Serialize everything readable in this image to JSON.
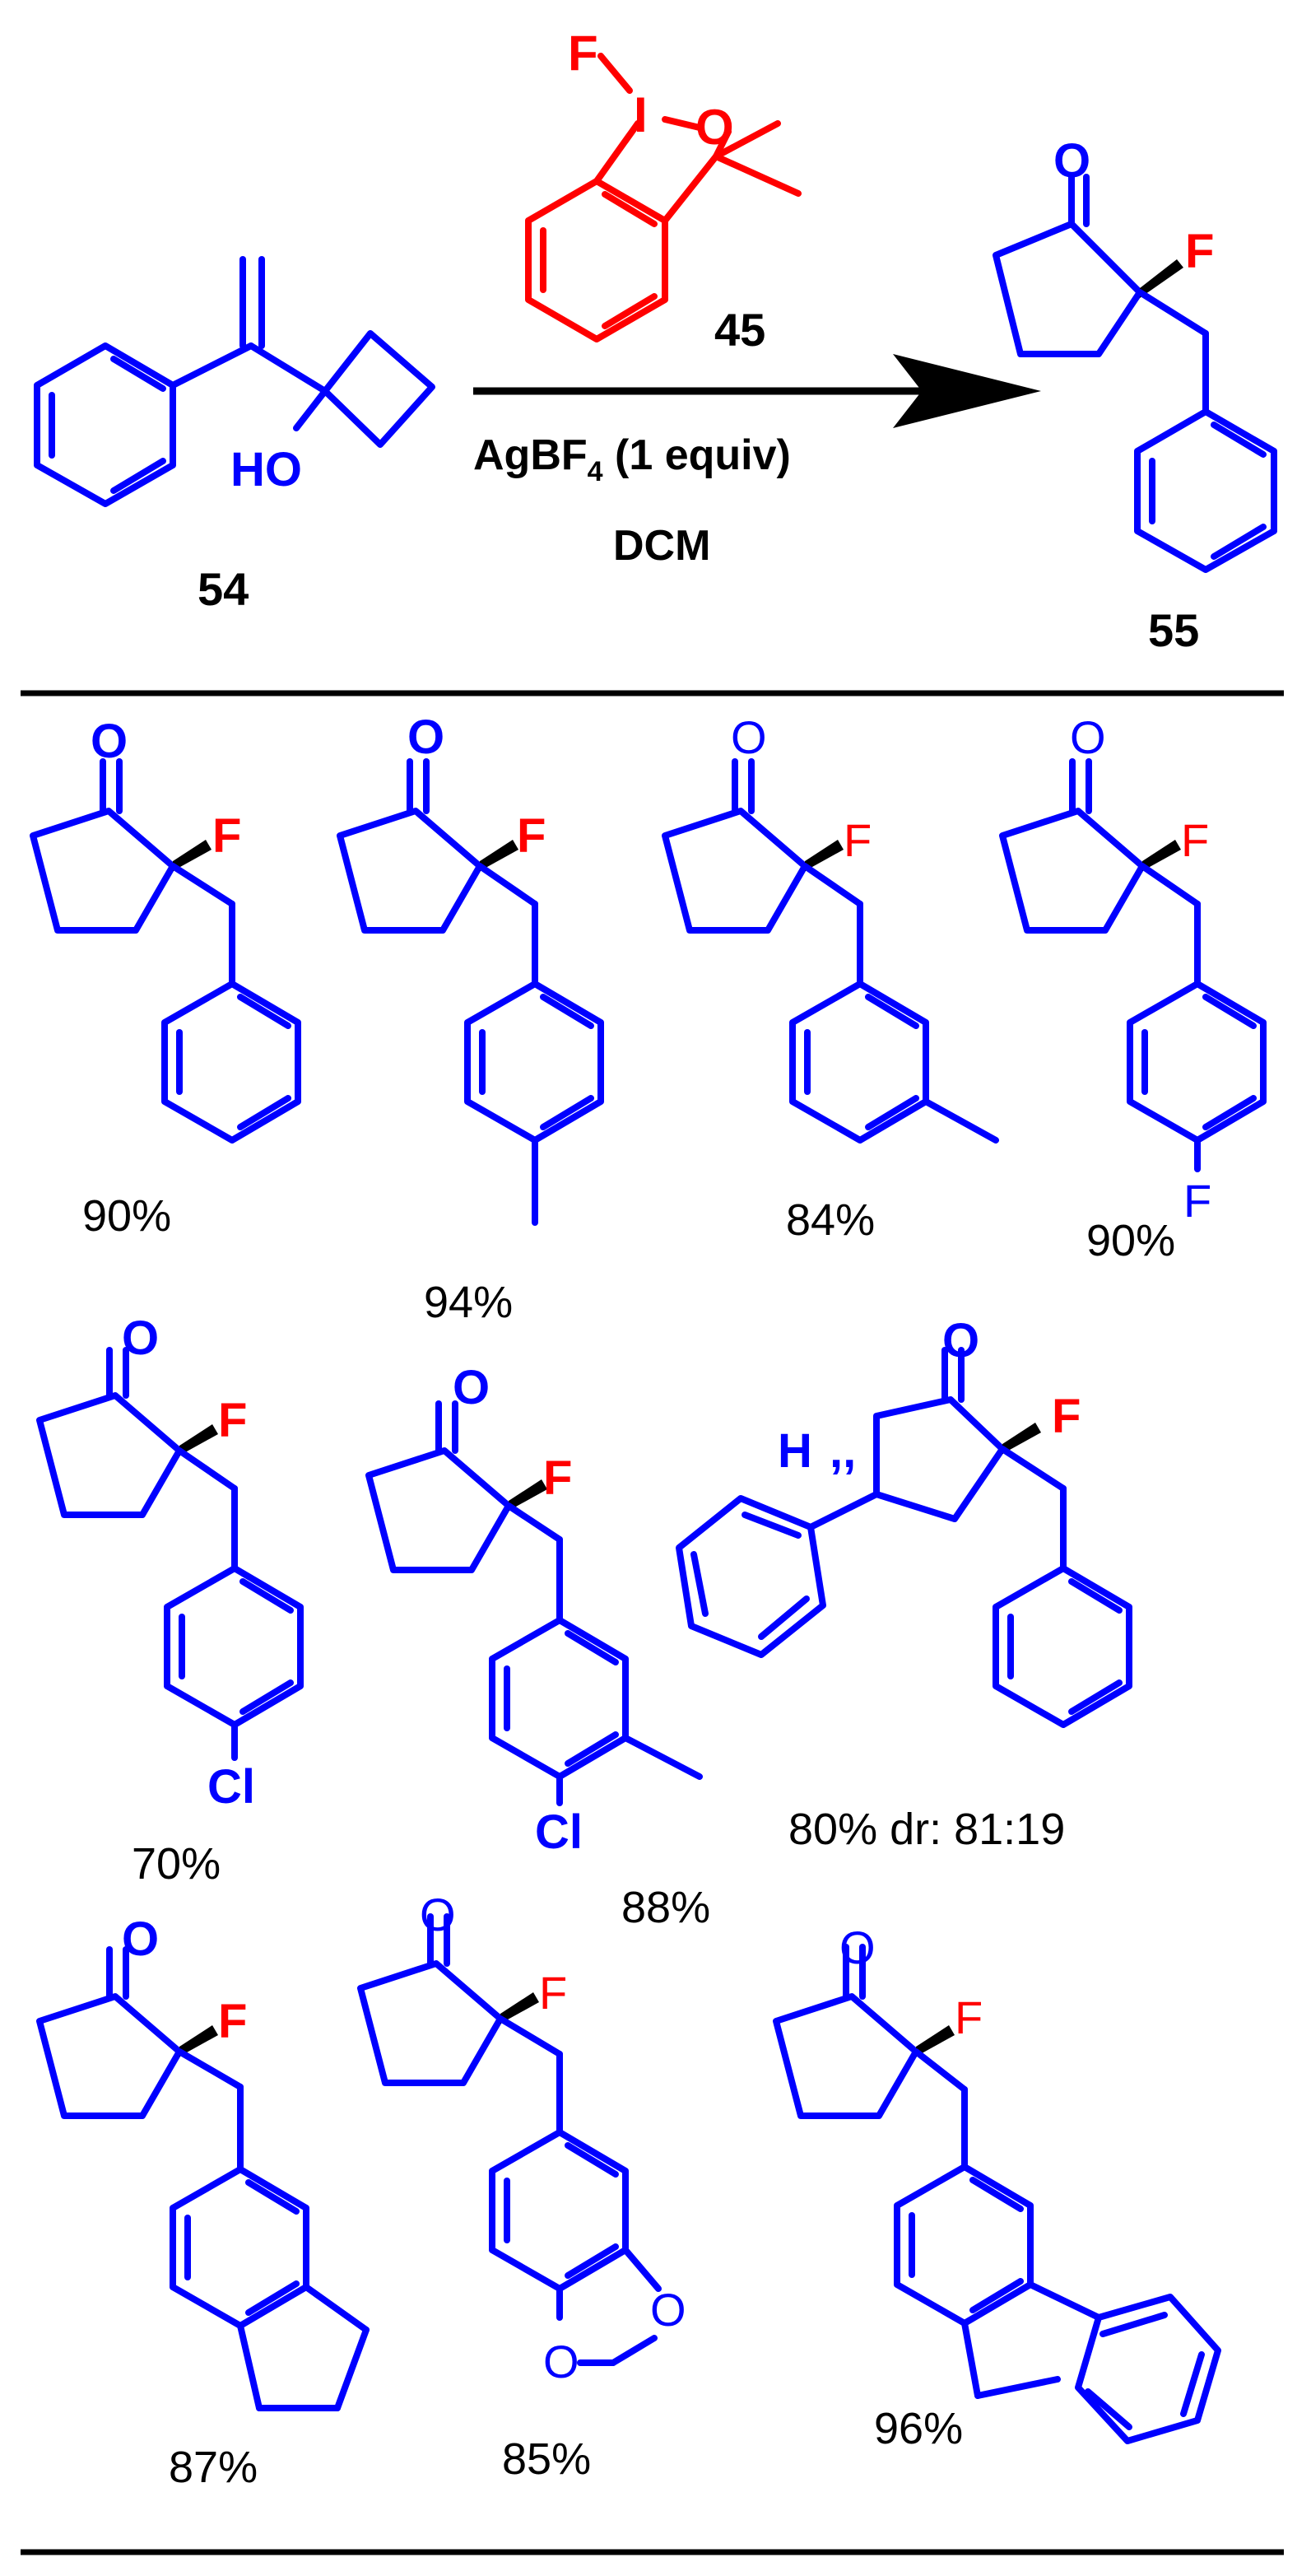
{
  "scheme": {
    "reagent_number": "45",
    "reagent_atoms": {
      "F": "F",
      "I": "I",
      "O": "O"
    },
    "substrate_number": "54",
    "substrate_hydroxyl": "HO",
    "product_number": "55",
    "conditions": {
      "line1_prefix": "AgBF",
      "line1_subscript": "4",
      "line1_suffix": " (1 equiv)",
      "line2": "DCM"
    }
  },
  "atoms": {
    "O": "O",
    "F": "F",
    "Cl": "Cl",
    "H": "H",
    "dashes": ",,"
  },
  "entries": [
    {
      "id": "benzyl",
      "yield": "90%"
    },
    {
      "id": "4-methylbenzyl",
      "yield": "94%"
    },
    {
      "id": "3-methylbenzyl",
      "yield": "84%"
    },
    {
      "id": "4-fluorobenzyl",
      "yield": "90%"
    },
    {
      "id": "4-chlorobenzyl",
      "yield": "70%"
    },
    {
      "id": "4-chloro-3-methylbenzyl",
      "yield": "88%"
    },
    {
      "id": "4-phenyl-benzyl",
      "yield": "80% dr: 81:19"
    },
    {
      "id": "indanylmethyl",
      "yield": "87%"
    },
    {
      "id": "benzodioxolylmethyl",
      "yield": "85%"
    },
    {
      "id": "fluorenylmethyl",
      "yield": "96%"
    }
  ],
  "colors": {
    "structure": "#0000ff",
    "fluorine": "#ff0000",
    "reagent": "#ff0000",
    "text": "#000000"
  }
}
